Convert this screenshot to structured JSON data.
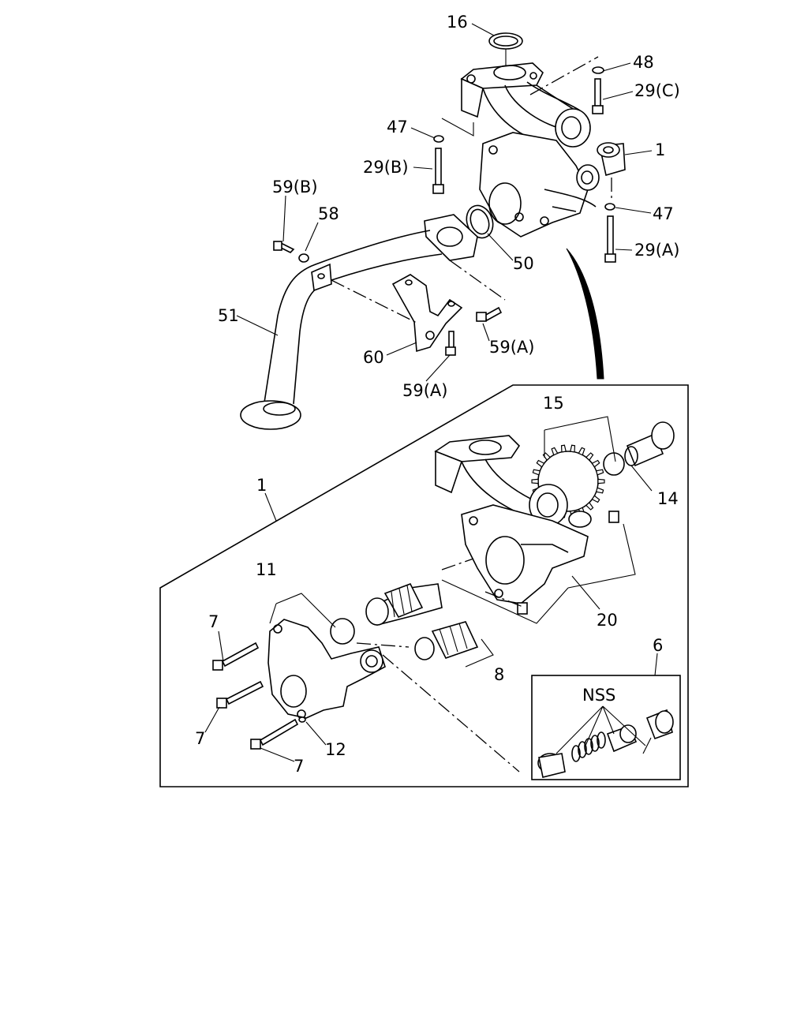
{
  "labels": {
    "p16": "16",
    "p48": "48",
    "p29c": "29(C)",
    "p47_upper": "47",
    "p29b": "29(B)",
    "p1_upper": "1",
    "p59b": "59(B)",
    "p58": "58",
    "p47_lower": "47",
    "p29a": "29(A)",
    "p50": "50",
    "p51": "51",
    "p60": "60",
    "p59a_right": "59(A)",
    "p59a_lower": "59(A)",
    "p15": "15",
    "p14": "14",
    "p1_detail": "1",
    "p11": "11",
    "p20": "20",
    "p7_top": "7",
    "p6": "6",
    "p8": "8",
    "nss": "NSS",
    "p7_mid": "7",
    "p12": "12",
    "p7_bottom": "7"
  }
}
